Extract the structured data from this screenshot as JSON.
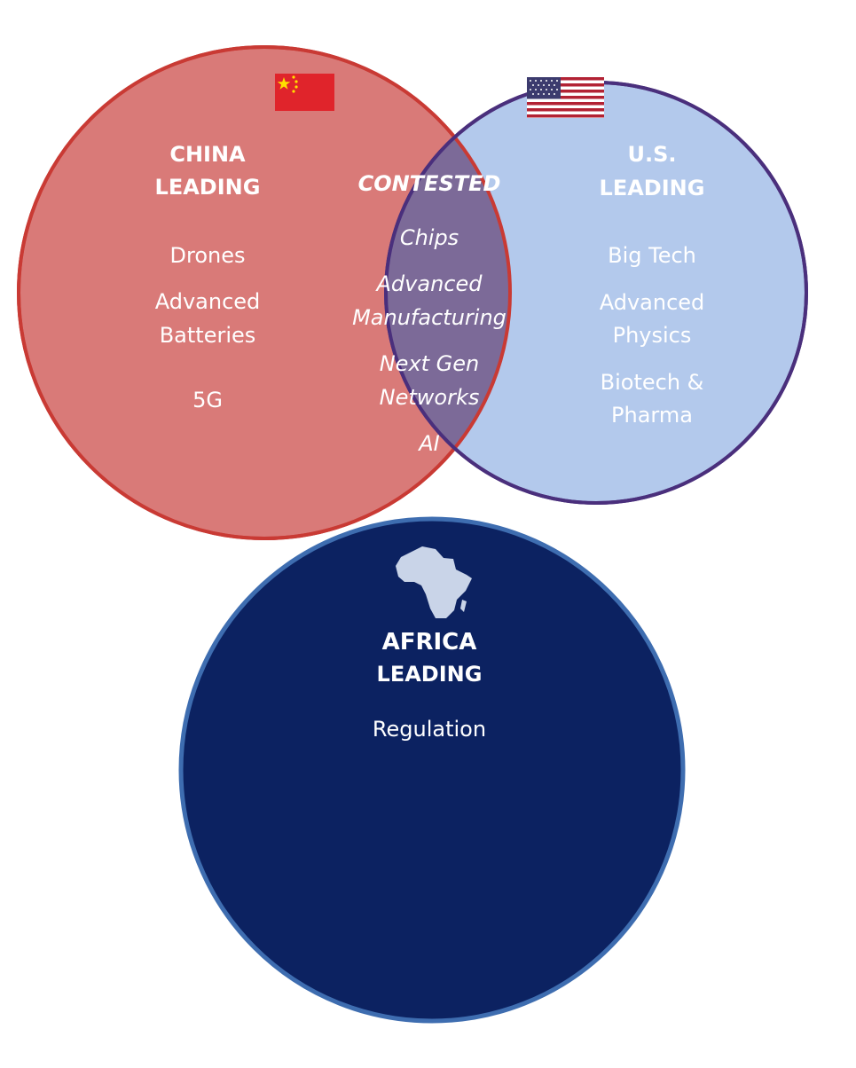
{
  "colors": {
    "background": "#ffffff",
    "china_fill": "#d97a78",
    "china_stroke": "#c93a34",
    "us_fill": "#b3c9ec",
    "us_stroke": "#4a2f7c",
    "contested_fill": "#7c6a98",
    "africa_fill": "#0c2261",
    "africa_stroke": "#3e6db0",
    "text_light": "#ffffff",
    "china_flag_red": "#e0242b",
    "china_flag_star": "#ffdf00",
    "us_flag_red": "#b22234",
    "us_flag_blue": "#3c3b6e",
    "africa_icon": "#c9d4e8"
  },
  "china": {
    "flag_icon": "china-flag-icon",
    "title_line1": "CHINA",
    "title_line2": "LEADING",
    "items": [
      "Drones",
      "Advanced",
      "Batteries",
      "5G"
    ]
  },
  "contested": {
    "title": "CONTESTED",
    "items": [
      "Chips",
      "Advanced",
      "Manufacturing",
      "Next Gen",
      "Networks",
      "AI"
    ]
  },
  "us": {
    "flag_icon": "us-flag-icon",
    "title_line1": "U.S.",
    "title_line2": "LEADING",
    "items": [
      "Big Tech",
      "Advanced",
      "Physics",
      "Biotech &",
      "Pharma"
    ]
  },
  "africa": {
    "map_icon": "africa-map-icon",
    "title_line1": "AFRICA",
    "title_line2": "LEADING",
    "items": [
      "Regulation"
    ]
  }
}
